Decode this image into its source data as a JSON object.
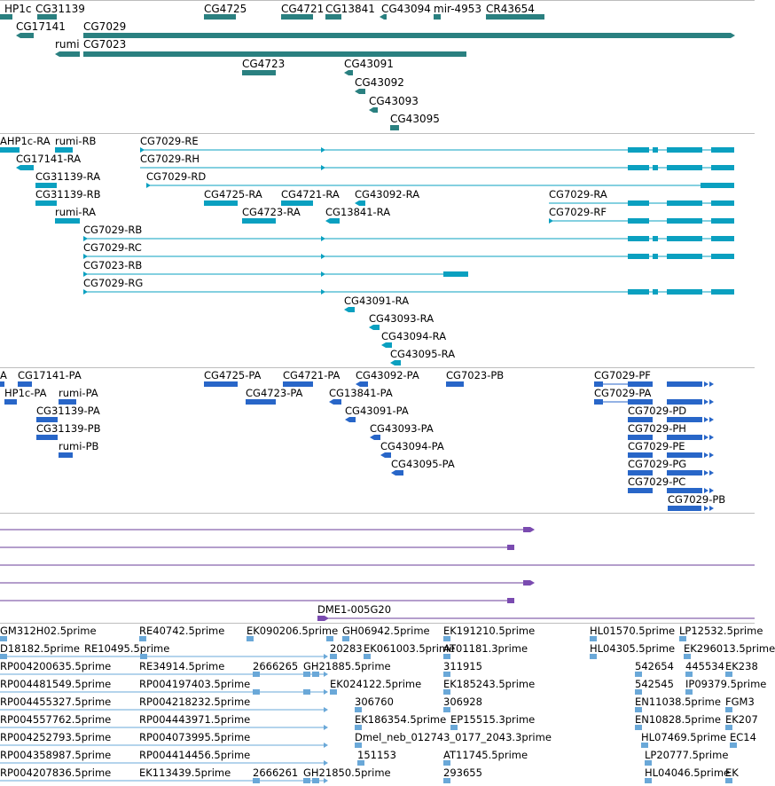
{
  "colors": {
    "gene": "#2a8080",
    "transcript": "#0aa0c0",
    "protein": "#2866c8",
    "est_line": "#6a3d9a",
    "est_head": "#7a4bb0",
    "prime": "#6aa8d8"
  },
  "tracks": [
    {
      "key": "genes",
      "labels": [
        "HP1c",
        "CG31139",
        "CG4725",
        "CG4721",
        "CG13841",
        "CG43094",
        "mir-4953",
        "CR43654",
        "CG17141",
        "CG7029",
        "rumi",
        "CG7023",
        "CG4723",
        "CG43091",
        "CG43092",
        "CG43093",
        "CG43095"
      ]
    },
    {
      "key": "transcripts",
      "labels": [
        "AHP1c-RA",
        "rumi-RB",
        "CG7029-RE",
        "CG7029-RH",
        "CG17141-RA",
        "CG7029-RD",
        "CG31139-RA",
        "CG31139-RB",
        "CG4725-RA",
        "CG4721-RA",
        "CG43092-RA",
        "CG7029-RA",
        "rumi-RA",
        "CG4723-RA",
        "CG13841-RA",
        "CG7029-RF",
        "CG7029-RB",
        "CG7029-RC",
        "CG7023-RB",
        "CG7029-RG",
        "CG43091-RA",
        "CG43093-RA",
        "CG43094-RA",
        "CG43095-RA"
      ]
    },
    {
      "key": "proteins",
      "labels": [
        "A",
        "CG17141-PA",
        "CG4725-PA",
        "CG4721-PA",
        "CG43092-PA",
        "CG7023-PB",
        "CG7029-PF",
        "HP1c-PA",
        "rumi-PA",
        "CG4723-PA",
        "CG13841-PA",
        "CG7029-PA",
        "CG31139-PA",
        "CG43091-PA",
        "CG7029-PD",
        "CG31139-PB",
        "CG43093-PA",
        "CG7029-PH",
        "rumi-PB",
        "CG43094-PA",
        "CG7029-PE",
        "CG43095-PA",
        "CG7029-PG",
        "CG7029-PC",
        "CG7029-PB"
      ]
    },
    {
      "key": "est",
      "labels": [
        "DME1-005G20"
      ]
    },
    {
      "key": "prime",
      "labels": [
        "GM312H02.5prime",
        "RE40742.5prime",
        "EK090206.5prime",
        "GH06942.5prime",
        "EK191210.5prime",
        "HL01570.5prime",
        "LP12532.5prime",
        "D18182.5prime",
        "RE10495.5prime",
        "20283",
        "EK061003.5prime",
        "AT01181.3prime",
        "HL04305.5prime",
        "EK296013.5prime",
        "RP004200635.5prime",
        "RE34914.5prime",
        "2666265",
        "GH21885.5prime",
        "311915",
        "542654",
        "445534",
        "EK238",
        "RP004481549.5prime",
        "RP004197403.5prime",
        "EK024122.5prime",
        "EK185243.5prime",
        "542545",
        "IP09379.5prime",
        "RP004455327.5prime",
        "RP004218232.5prime",
        "306760",
        "306928",
        "EN11038.5prime",
        "FGM3",
        "RP004557762.5prime",
        "RP004443971.5prime",
        "EK186354.5prime",
        "EP15515.3prime",
        "EN10828.5prime",
        "EK207",
        "RP004252793.5prime",
        "RP004073995.5prime",
        "Dmel_neb_012743_0177_2043.3prime",
        "HL07469.5prime",
        "EC14",
        "RP004358987.5prime",
        "RP004414456.5prime",
        "151153",
        "AT11745.5prime",
        "LP20777.5prime",
        "RP004207836.5prime",
        "EK113439.5prime",
        "2666261",
        "GH21850.5prime",
        "293655",
        "HL04046.5prime",
        "EK"
      ]
    }
  ]
}
